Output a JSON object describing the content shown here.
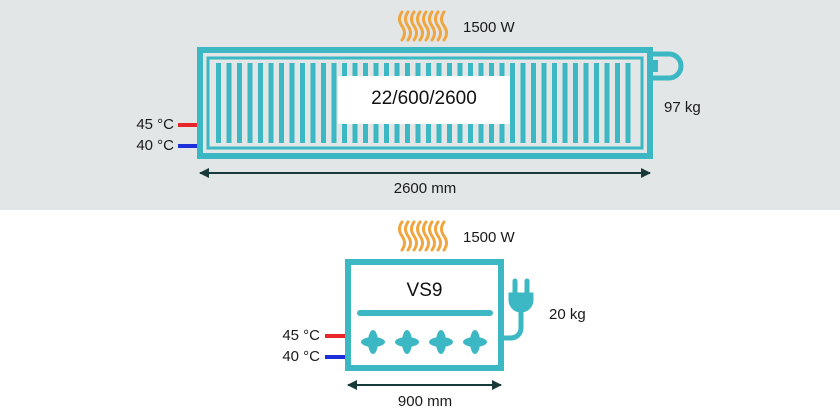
{
  "colors": {
    "teal": "#3bb8c3",
    "arrow": "#173a3a",
    "heat": "#f0a640",
    "hot": "#e8262a",
    "cold": "#1d2fd9",
    "top_bg": "#e2e6e6"
  },
  "icons": {
    "heat": "heat-waves-icon",
    "plug": "power-plug-icon",
    "fan": "fan-icon"
  },
  "top": {
    "power": "1500 W",
    "model": "22/600/2600",
    "weight": "97 kg",
    "temp_in": "45 °C",
    "temp_out": "40 °C",
    "length": "2600 mm"
  },
  "bottom": {
    "power": "1500 W",
    "model": "VS9",
    "weight": "20 kg",
    "temp_in": "45 °C",
    "temp_out": "40 °C",
    "length": "900 mm"
  }
}
